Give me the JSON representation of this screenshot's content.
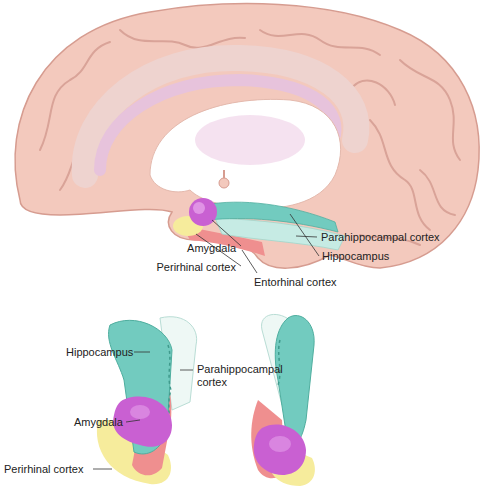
{
  "diagram": {
    "labels": [
      "Parahippocampal cortex",
      "Amygdala",
      "Hippocampus",
      "Perirhinal cortex",
      "Entorhinal cortex",
      "Hippocampus",
      "Parahippocampal cortex",
      "Amygdala",
      "Perirhinal cortex"
    ]
  }
}
